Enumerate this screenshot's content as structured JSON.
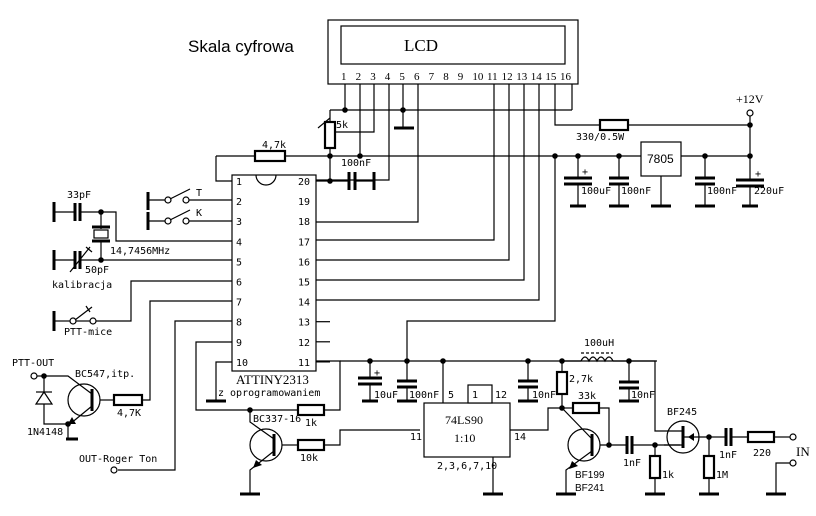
{
  "title": "Skala cyfrowa",
  "lcd": {
    "label": "LCD",
    "pins": [
      "1",
      "2",
      "3",
      "4",
      "5",
      "6",
      "7",
      "8",
      "9",
      "10",
      "11",
      "12",
      "13",
      "14",
      "15",
      "16"
    ]
  },
  "mcu": {
    "name": "ATTINY2313",
    "note": "z oprogramowaniem",
    "left_pins": [
      "1",
      "2",
      "3",
      "4",
      "5",
      "6",
      "7",
      "8",
      "9",
      "10"
    ],
    "right_pins": [
      "20",
      "19",
      "18",
      "17",
      "16",
      "15",
      "14",
      "13",
      "12",
      "11"
    ]
  },
  "counter": {
    "name": "74LS90",
    "ratio": "1:10",
    "pin_5": "5",
    "pin_1": "1",
    "pin_12": "12",
    "pin_11": "11",
    "pin_14": "14",
    "gnd_pins": "2,3,6,7,10"
  },
  "regulator": {
    "name": "7805"
  },
  "supply": {
    "label": "+12V"
  },
  "components": {
    "r_pullup": "4,7k",
    "pot_contrast": "5k",
    "c_mcu": "100nF",
    "r_backlight": "330/0.5W",
    "c_in1": "100uF",
    "c_in2": "100nF",
    "c_out1": "100nF",
    "c_out2": "220uF",
    "c_xtal1": "33pF",
    "crystal": "14,7456MHz",
    "c_trim": "50pF",
    "trim_note": "kalibracja",
    "sw_t": "T",
    "sw_k": "K",
    "sw_ptt": "PTT-mice",
    "ptt_out": "PTT-OUT",
    "q_ptt": "BC547,itp.",
    "diode": "1N4148",
    "r_ptt": "4,7K",
    "out_roger": "OUT-Roger Ton",
    "q_roger": "BC337-16",
    "r_1k": "1k",
    "r_10k": "10k",
    "c_10uf": "10uF",
    "c_100nf": "100nF",
    "c_10nf_a": "10nF",
    "c_10nf_b": "10nF",
    "r_2k7": "2,7k",
    "r_33k": "33k",
    "inductor": "100uH",
    "q_amp_1": "BF199",
    "q_amp_2": "BF241",
    "c_1nf_a": "1nF",
    "r_1k_b": "1k",
    "q_fet": "BF245",
    "c_1nf_b": "1nF",
    "r_1m": "1M",
    "r_220": "220",
    "input": "IN"
  }
}
